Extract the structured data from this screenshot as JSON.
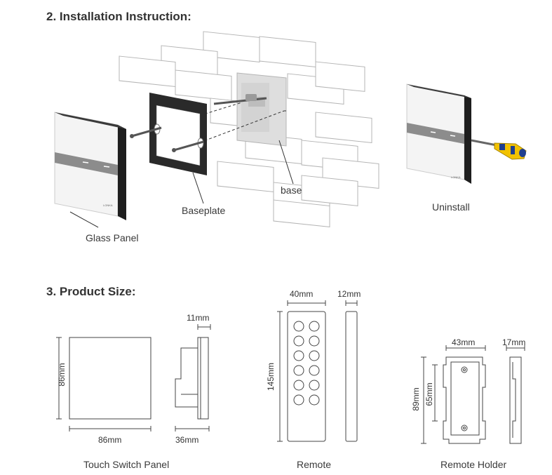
{
  "sections": {
    "installation_title": "2. Installation Instruction:",
    "product_size_title": "3. Product Size:"
  },
  "installation": {
    "labels": {
      "glass_panel": "Glass Panel",
      "baseplate": "Baseplate",
      "base": "base",
      "uninstall": "Uninstall"
    },
    "brand_mark": "LONKA"
  },
  "sizes": {
    "touch_switch_panel": {
      "caption": "Touch Switch Panel",
      "height": "86mm",
      "width": "86mm",
      "side_top": "11mm",
      "side_depth": "36mm"
    },
    "remote": {
      "caption": "Remote",
      "width": "40mm",
      "thickness": "12mm",
      "height": "145mm"
    },
    "remote_holder": {
      "caption": "Remote Holder",
      "width": "43mm",
      "depth": "17mm",
      "height_outer": "89mm",
      "height_inner": "65mm"
    }
  },
  "colors": {
    "text": "#333333",
    "panel_edge": "#1e1e1e",
    "panel_face": "#f4f4f4",
    "touch_strip": "#8c8c8c",
    "wall_line": "#b5b5b5",
    "screwdriver_handle": "#f2c200",
    "screwdriver_accent": "#1f3f8f"
  }
}
